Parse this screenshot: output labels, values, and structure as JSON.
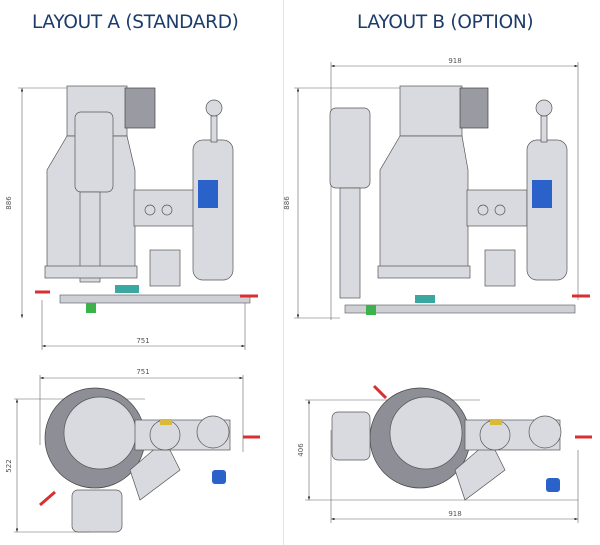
{
  "layout_a": {
    "title": "LAYOUT A (STANDARD)",
    "front_view": {
      "height_dim": "886",
      "width_dim": "751"
    },
    "top_view": {
      "width_dim": "751",
      "depth_dim": "522"
    }
  },
  "layout_b": {
    "title": "LAYOUT B (OPTION)",
    "front_view": {
      "height_dim": "886",
      "width_dim": "918"
    },
    "top_view": {
      "width_dim": "918",
      "depth_dim": "406"
    }
  },
  "colors": {
    "title": "#1d3c6b",
    "valve_blue": "#2a62c9",
    "handle_red": "#d83030",
    "pipe_teal": "#3aa7a0",
    "fitting_green": "#3bb24a"
  }
}
